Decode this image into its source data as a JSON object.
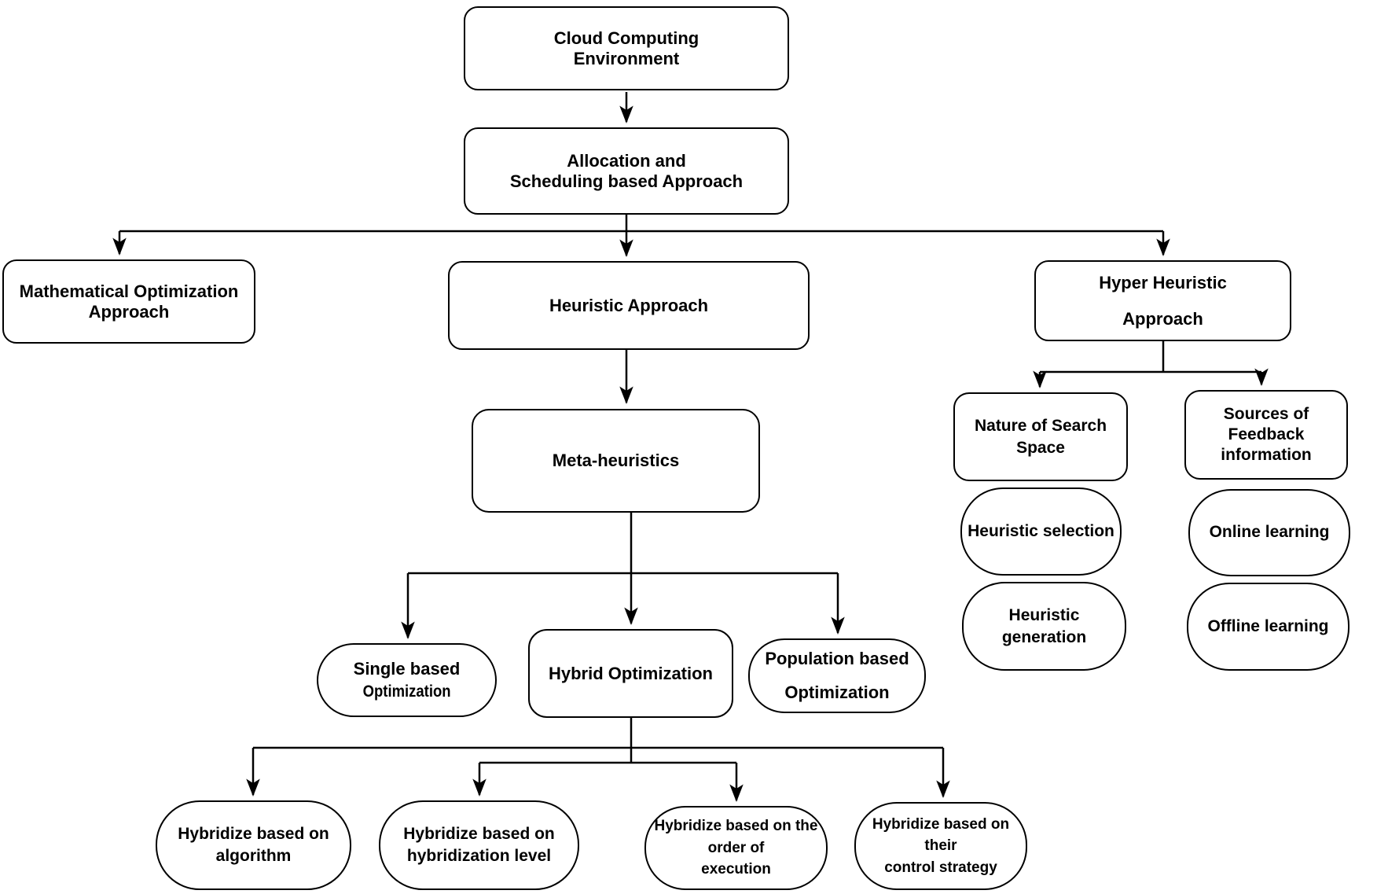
{
  "colors": {
    "stroke": "#000000",
    "fill": "#ffffff",
    "text": "#000000",
    "background": "#ffffff"
  },
  "nodes": {
    "cloud": {
      "label": "Cloud Computing\nEnvironment"
    },
    "allocation": {
      "label": "Allocation and\nScheduling based Approach"
    },
    "mathematical": {
      "label": "Mathematical Optimization\nApproach"
    },
    "heuristic": {
      "label": "Heuristic Approach"
    },
    "hyper": {
      "label": "Hyper Heuristic\nApproach"
    },
    "meta": {
      "label": "Meta-heuristics"
    },
    "single": {
      "line1": "Single based",
      "line2": "Optimization"
    },
    "hybrid": {
      "label": "Hybrid Optimization"
    },
    "population": {
      "label": "Population based\nOptimization"
    },
    "nature": {
      "label": "Nature of Search\nSpace"
    },
    "sources": {
      "label": "Sources of\nFeedback\ninformation"
    },
    "heuristic_selection": {
      "label": "Heuristic selection"
    },
    "heuristic_generation": {
      "label": "Heuristic\ngeneration"
    },
    "online_learning": {
      "label": "Online learning"
    },
    "offline_learning": {
      "label": "Offline learning"
    },
    "hybridize_algorithm": {
      "label": "Hybridize based on\nalgorithm"
    },
    "hybridize_level": {
      "label": "Hybridize based on\nhybridization level"
    },
    "hybridize_order": {
      "label": "Hybridize based on the\norder of\nexecution"
    },
    "hybridize_control": {
      "label": "Hybridize based on their\ncontrol strategy"
    }
  },
  "edges": [
    {
      "from": "cloud",
      "to": "allocation"
    },
    {
      "from": "allocation",
      "to": "mathematical"
    },
    {
      "from": "allocation",
      "to": "heuristic"
    },
    {
      "from": "allocation",
      "to": "hyper"
    },
    {
      "from": "heuristic",
      "to": "meta"
    },
    {
      "from": "meta",
      "to": "single"
    },
    {
      "from": "meta",
      "to": "hybrid"
    },
    {
      "from": "meta",
      "to": "population"
    },
    {
      "from": "hybrid",
      "to": "hybridize_algorithm"
    },
    {
      "from": "hybrid",
      "to": "hybridize_level"
    },
    {
      "from": "hybrid",
      "to": "hybridize_order"
    },
    {
      "from": "hybrid",
      "to": "hybridize_control"
    },
    {
      "from": "hyper",
      "to": "nature"
    },
    {
      "from": "hyper",
      "to": "sources"
    }
  ]
}
